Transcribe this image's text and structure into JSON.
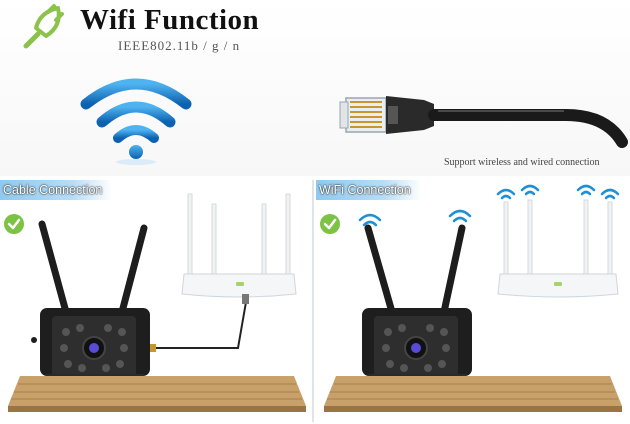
{
  "header": {
    "title": "Wifi Function",
    "subtitle": "IEEE802.11b / g / n",
    "icon": "plug-leaf-icon"
  },
  "caption": "Support wireless and wired connection",
  "panels": [
    {
      "label": "Cable Connection",
      "status_icon": "check-icon"
    },
    {
      "label": "WiFi Connection",
      "status_icon": "check-icon"
    }
  ],
  "colors": {
    "accent_green": "#8bc34a",
    "wifi_blue": "#1f8fd6",
    "label_bar": "#8fc9ef",
    "floor_wood": "#c8a06a"
  }
}
